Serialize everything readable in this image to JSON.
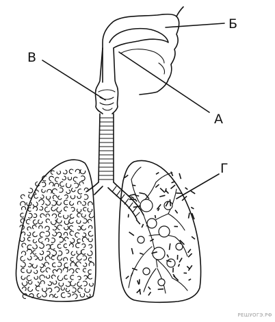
{
  "labels": {
    "a": "А",
    "b": "Б",
    "v": "В",
    "g": "Г"
  },
  "watermark": "РЕШУОГЭ.РФ",
  "colors": {
    "ink": "#111111",
    "background": "#ffffff",
    "watermark": "#9a9a9a"
  }
}
